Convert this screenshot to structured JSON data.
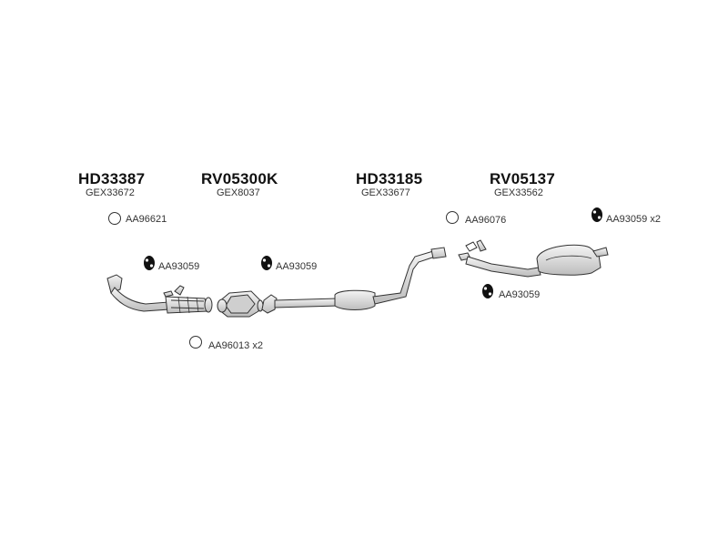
{
  "parts": [
    {
      "code": "HD33387",
      "oem": "GEX33672"
    },
    {
      "code": "RV05300K",
      "oem": "GEX8037"
    },
    {
      "code": "HD33185",
      "oem": "GEX33677"
    },
    {
      "code": "RV05137",
      "oem": "GEX33562"
    }
  ],
  "accessories": {
    "ring_left": {
      "icon": "gasket-ring-icon",
      "label": "AA96621"
    },
    "hanger_left": {
      "icon": "rubber-hanger-icon",
      "label": "AA93059"
    },
    "hanger_mid": {
      "icon": "rubber-hanger-icon",
      "label": "AA93059"
    },
    "ring_bottom": {
      "icon": "gasket-ring-icon",
      "label": "AA96013 x2"
    },
    "ring_right": {
      "icon": "gasket-ring-icon",
      "label": "AA96076"
    },
    "hanger_right_top": {
      "icon": "rubber-hanger-icon",
      "label": "AA93059 x2"
    },
    "hanger_right_low": {
      "icon": "rubber-hanger-icon",
      "label": "AA93059"
    }
  },
  "colors": {
    "line": "#333333",
    "fill": "#e6e6e6",
    "text": "#1a1a1a"
  }
}
